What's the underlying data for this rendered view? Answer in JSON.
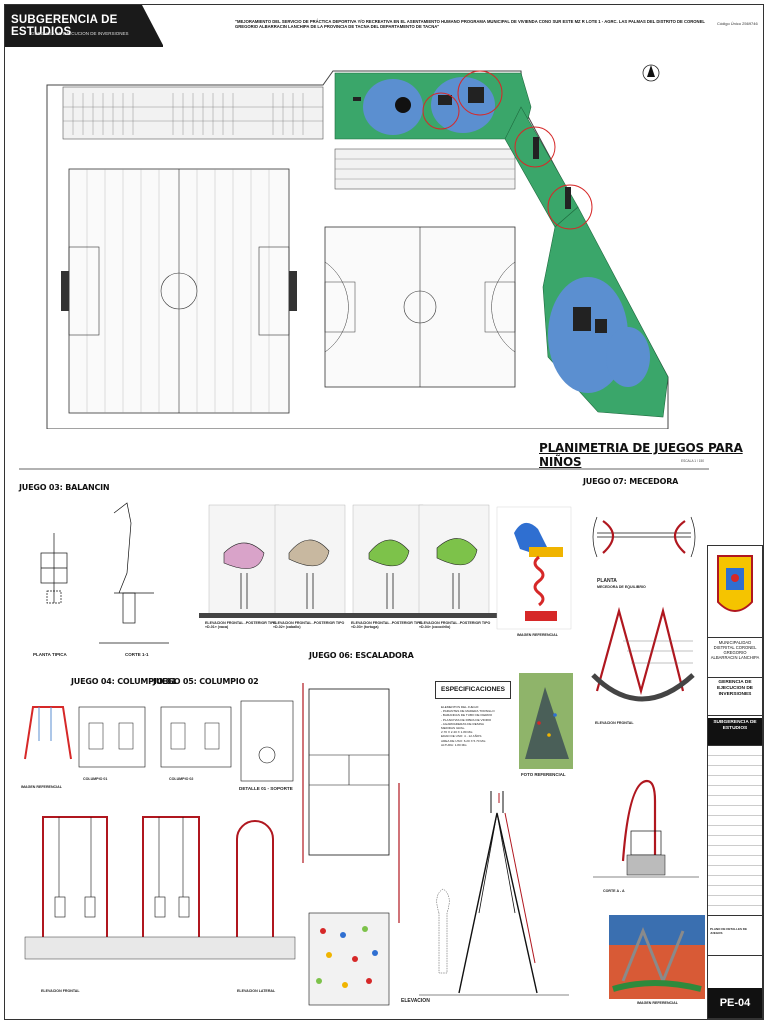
{
  "header": {
    "office": "SUBGERENCIA DE ESTUDIOS",
    "office_sub": "GERENCIA DE EJECUCION DE INVERSIONES",
    "project": "\"MEJORAMIENTO DEL SERVICIO DE PRÁCTICA DEPORTIVA Y/O RECREATIVA EN EL ASENTAMIENTO HUMANO PROGRAMA MUNICIPAL DE VIVIENDA CONO SUR ESTE MZ R LOTE 1 - AGRC. LAS PALMAS DEL DISTRITO DE CORONEL GREGORIO ALBARRACIN LANCHIPA DE LA PROVINCIA DE TACNA DEL DEPARTAMENTO DE TACNA\"",
    "code_label": "Código Único",
    "code_value": "2569746"
  },
  "plan": {
    "title": "PLANIMETRIA DE JUEGOS PARA NIÑOS",
    "scale": "ESCALA 1 / 150"
  },
  "juego03": {
    "title": "JUEGO 03: BALANCIN",
    "planta": "PLANTA TIPICA",
    "corte": "CORTE 1-1",
    "elevations": [
      {
        "name": "ELEVACION FRONTAL -POSTERIOR TIPO «D-01»",
        "note": "(vaca)"
      },
      {
        "name": "ELEVACION FRONTAL -POSTERIOR TIPO «D-02»",
        "note": "(caballo)"
      },
      {
        "name": "ELEVACION FRONTAL -POSTERIOR TIPO «D-03»",
        "note": "(tortuga)"
      },
      {
        "name": "ELEVACION FRONTAL -POSTERIOR TIPO «D-04»",
        "note": "(cocodrilo)"
      }
    ],
    "image_ref": "IMAGEN REFERENCIAL"
  },
  "juego07": {
    "title": "JUEGO 07: MECEDORA",
    "planta": "PLANTA",
    "planta_sub": "MECEDORA DE EQUILIBRIO",
    "elevacion": "ELEVACION FRONTAL",
    "corte": "CORTE A - A",
    "image_ref": "IMAGEN REFERENCIAL"
  },
  "juego04": {
    "title": "JUEGO 04: COLUMPIO 01",
    "image_ref": "IMAGEN REFERENCIAL",
    "sub": "COLUMPIO 01",
    "elevacion": "ELEVACION FRONTAL"
  },
  "juego05": {
    "title": "JUEGO 05: COLUMPIO 02",
    "sub": "COLUMPIO 02",
    "detalle": "DETALLE 01 - SOPORTE",
    "elevacion": "ELEVACION LATERAL"
  },
  "juego06": {
    "title": "JUEGO 06: ESCALADORA",
    "spec_title": "ESPECIFICACIONES",
    "spec_lines": [
      "ELEMENTOS DEL JUEGO:",
      "- PARANTES DE MADERA TORNILLO",
      "- BARANDAS DE TUBO DE FIERRO",
      "- PLANCHAS DE FIBRA DE VIDRIO",
      "- AGARRADERAS DE RESINA",
      "MEDIDAS GRAL.",
      "2.70 X 2.40 X 1.80 Mts",
      "EDAD DE USO: 4 - 12 AÑOS",
      "AREA DE USO: 6.20 X 5.70 Mts",
      "ALTURA: 1.80 Mts"
    ],
    "foto": "FOTO REFERENCIAL",
    "elevacion": "ELEVACION"
  },
  "title_block": {
    "municipality": "MUNICIPALIDAD DISTRITAL CORONEL GREGORIO ALBARRACIN LANCHIPA",
    "gerencia": "GERENCIA DE EJECUCION DE INVERSIONES",
    "subgerencia": "SUBGERENCIA DE ESTUDIOS",
    "sheet_title": "PLANO DE DETALLES DE JUEGOS",
    "sheet_code": "PE-04"
  },
  "colors": {
    "green": "#3aa66a",
    "blue": "#5b8fd0",
    "red": "#b0171f",
    "dark": "#1a1a1a"
  }
}
